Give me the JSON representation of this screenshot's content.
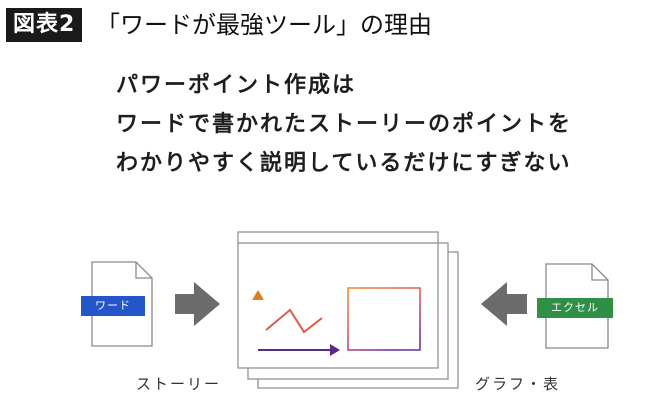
{
  "figure": {
    "tag": "図表2",
    "title": "「ワードが最強ツール」の理由"
  },
  "lead_text": [
    "パワーポイント作成は",
    "ワードで書かれたストーリーのポイントを",
    "わかりやすく説明しているだけにすぎない"
  ],
  "diagram": {
    "word_doc_label": "ワード",
    "excel_doc_label": "エクセル",
    "caption_left": "ストーリー",
    "caption_right": "グラフ・表",
    "colors": {
      "word": "#2456c9",
      "excel": "#2e8f45",
      "arrow": "#6b6b6b",
      "chart_gradient_start": "#e07b2a",
      "chart_gradient_end": "#5a2a8a"
    },
    "icons": [
      "document-icon",
      "arrow-right-icon",
      "arrow-left-icon",
      "line-chart-icon",
      "table-grid-icon",
      "slide-stack-icon"
    ]
  }
}
